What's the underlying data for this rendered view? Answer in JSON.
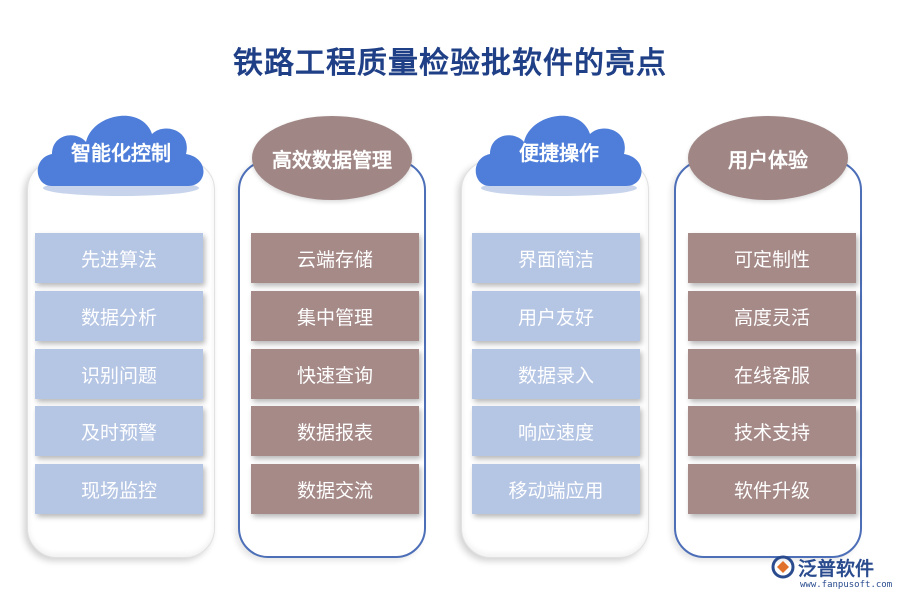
{
  "title": "铁路工程质量检验批软件的亮点",
  "columns": [
    {
      "heading": "智能化控制",
      "items": [
        "先进算法",
        "数据分析",
        "识别问题",
        "及时预警",
        "现场监控"
      ]
    },
    {
      "heading": "高效数据管理",
      "items": [
        "云端存储",
        "集中管理",
        "快速查询",
        "数据报表",
        "数据交流"
      ]
    },
    {
      "heading": "便捷操作",
      "items": [
        "界面简洁",
        "用户友好",
        "数据录入",
        "响应速度",
        "移动端应用"
      ]
    },
    {
      "heading": "用户体验",
      "items": [
        "可定制性",
        "高度灵活",
        "在线客服",
        "技术支持",
        "软件升级"
      ]
    }
  ],
  "brand": {
    "name": "泛普软件",
    "url": "www.fanpusoft.com"
  },
  "colors": {
    "title": "#1f3f86",
    "cloud": "#4e7ed9",
    "ellipse": "#a08786",
    "item_light": "#b5c5e4",
    "item_brown": "#a58a88"
  }
}
